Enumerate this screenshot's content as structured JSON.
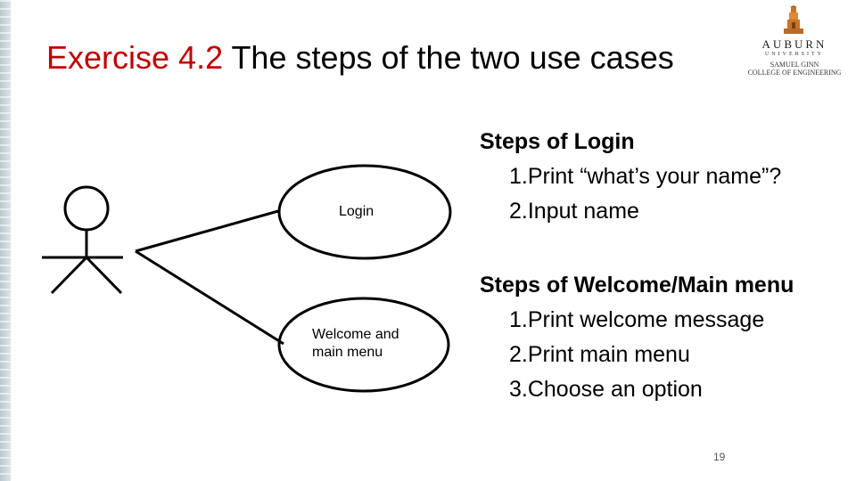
{
  "title": {
    "highlight": "Exercise 4.2",
    "rest": " The steps of the two use cases"
  },
  "logo": {
    "icon": "auburn-tower-icon",
    "line1": "AUBURN",
    "line2": "UNIVERSITY",
    "line3": "SAMUEL GINN",
    "line4": "COLLEGE OF ENGINEERING"
  },
  "diagram": {
    "actor_icon": "stick-figure-actor-icon",
    "use_cases": [
      {
        "label": "Login"
      },
      {
        "label": "Welcome and main menu"
      }
    ]
  },
  "steps": [
    {
      "heading": "Steps of Login",
      "items": [
        "1.Print “what’s your name”?",
        "2.Input name"
      ]
    },
    {
      "heading": "Steps of Welcome/Main menu",
      "items": [
        "1.Print welcome message",
        "2.Print main menu",
        "3.Choose an option"
      ]
    }
  ],
  "page_number": "19",
  "colors": {
    "title_highlight": "#c00000",
    "text": "#000000",
    "side_strip": "#b9c7cf"
  }
}
